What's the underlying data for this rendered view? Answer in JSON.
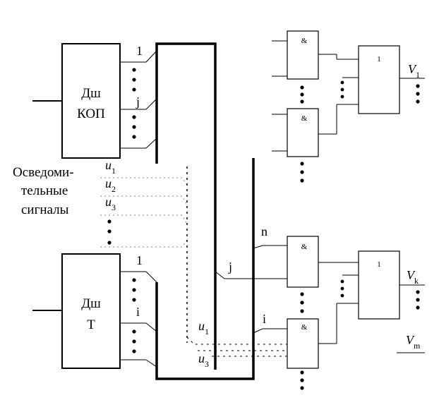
{
  "decoder_top": {
    "line1": "Дш",
    "line2": "КОП",
    "pin_first": "1",
    "pin_mid": "j"
  },
  "decoder_bottom": {
    "line1": "Дш",
    "line2": "Т",
    "pin_first": "1",
    "pin_mid": "i"
  },
  "signals_label": {
    "line1": "Осведоми-",
    "line2": "тельные",
    "line3": "сигналы"
  },
  "signal_names": {
    "u_letter": "u",
    "sub1": "1",
    "sub2": "2",
    "sub3": "3"
  },
  "gates": {
    "and_symbol": "&",
    "or_symbol": "1"
  },
  "bus_labels": {
    "n": "n",
    "j": "j",
    "i": "i"
  },
  "outputs": {
    "v_letter": "V",
    "v1_sub": "1",
    "vk_sub": "k",
    "vm_sub": "m"
  },
  "colors": {
    "line": "#000000",
    "dotted": "#808080",
    "background": "#ffffff"
  }
}
